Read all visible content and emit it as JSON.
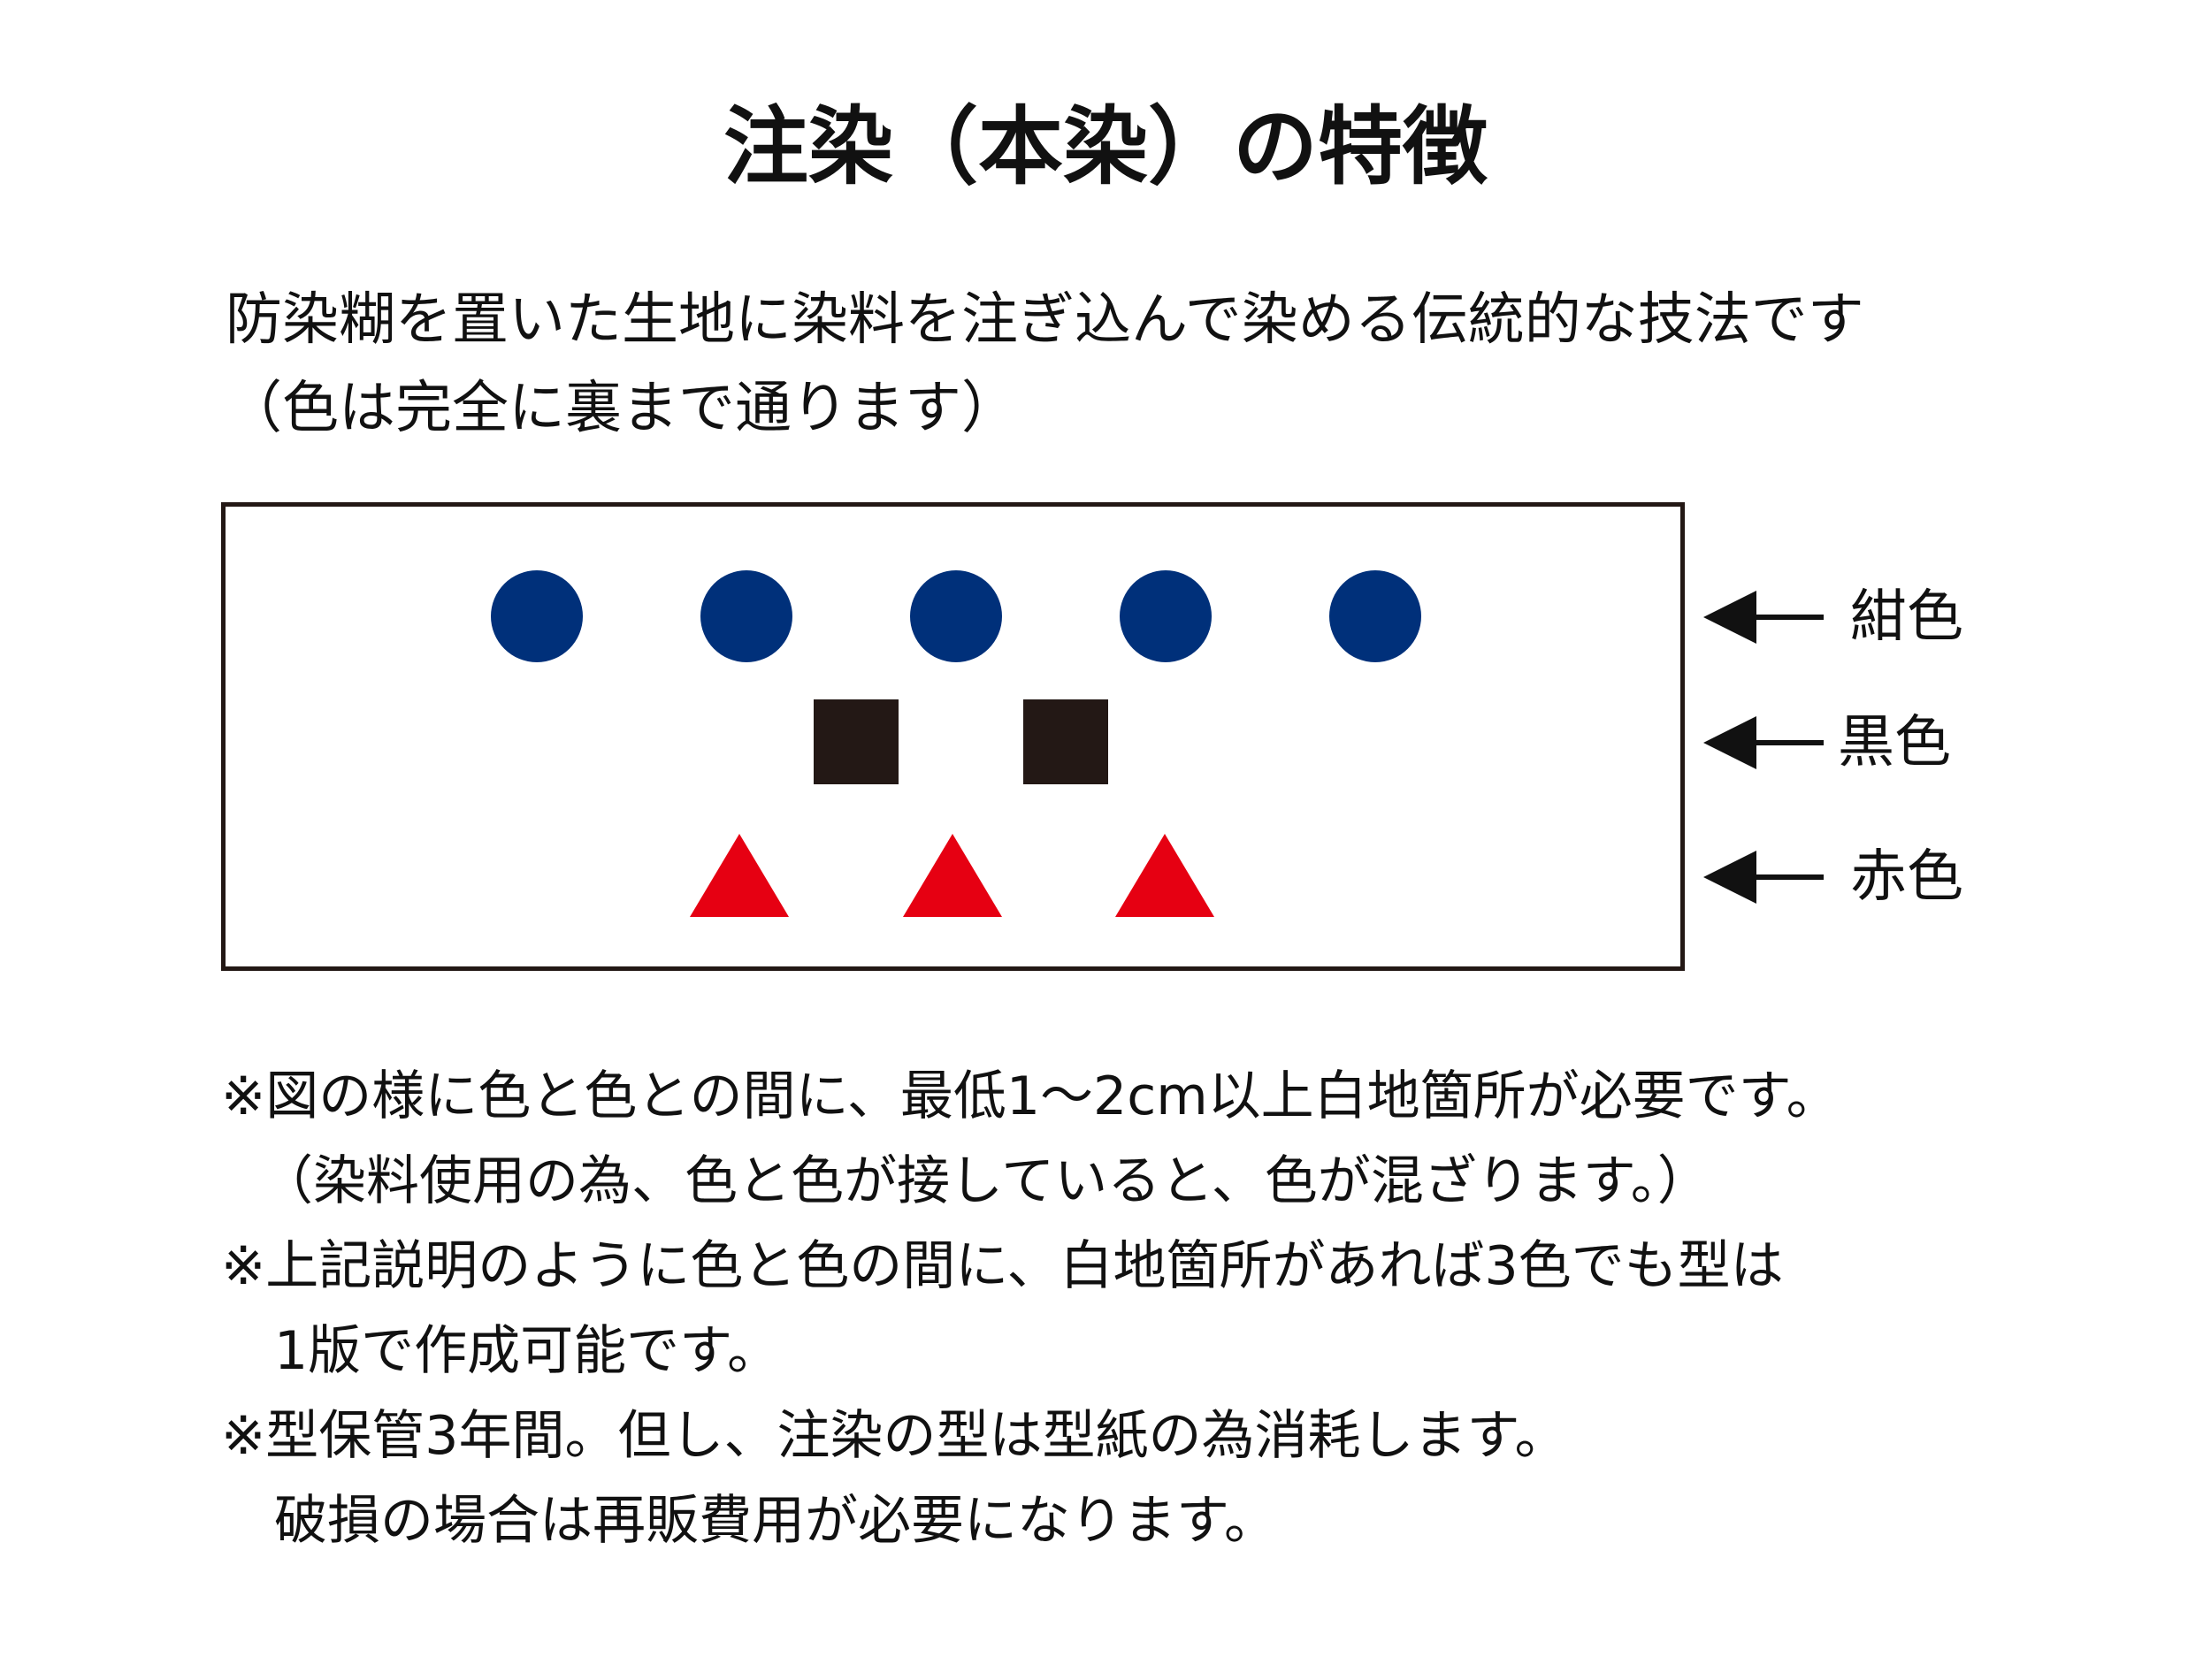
{
  "title": "注染（本染）の特徴",
  "intro": {
    "line1": "防染糊を置いた生地に染料を注ぎ込んで染める伝統的な技法です",
    "line2": "（色は完全に裏まで通ります）"
  },
  "diagram": {
    "colors": {
      "navy": "#00307a",
      "black": "#231815",
      "red": "#e60012"
    },
    "rows": [
      {
        "label": "紺色",
        "shape": "circle",
        "count": 5
      },
      {
        "label": "黒色",
        "shape": "square",
        "count": 2
      },
      {
        "label": "赤色",
        "shape": "triangle",
        "count": 3
      }
    ]
  },
  "notes": {
    "line1": "※図の様に色と色との間に、最低1～2cm以上白地箇所が必要です。",
    "line2": "（染料使用の為、色と色が接していると、色が混ざります。）",
    "line3": "※上記説明のように色と色の間に、白地箇所があれば3色でも型は",
    "line4": "1版で作成可能です。",
    "line5": "※型保管3年間。但し、注染の型は型紙の為消耗します。",
    "line6": "破損の場合は再販費用が必要になります。"
  }
}
